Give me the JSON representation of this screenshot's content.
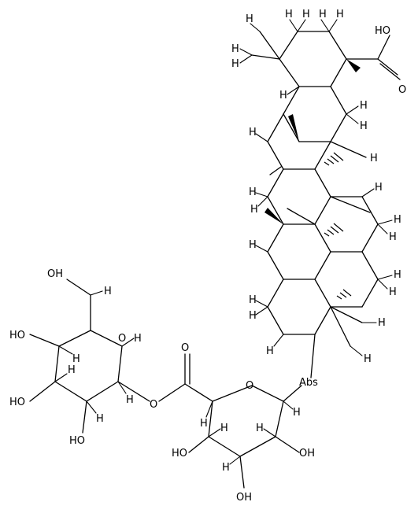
{
  "labels": {
    "H": "H",
    "O": "O",
    "OH": "OH",
    "HO": "HO",
    "Abs": "Abs"
  }
}
